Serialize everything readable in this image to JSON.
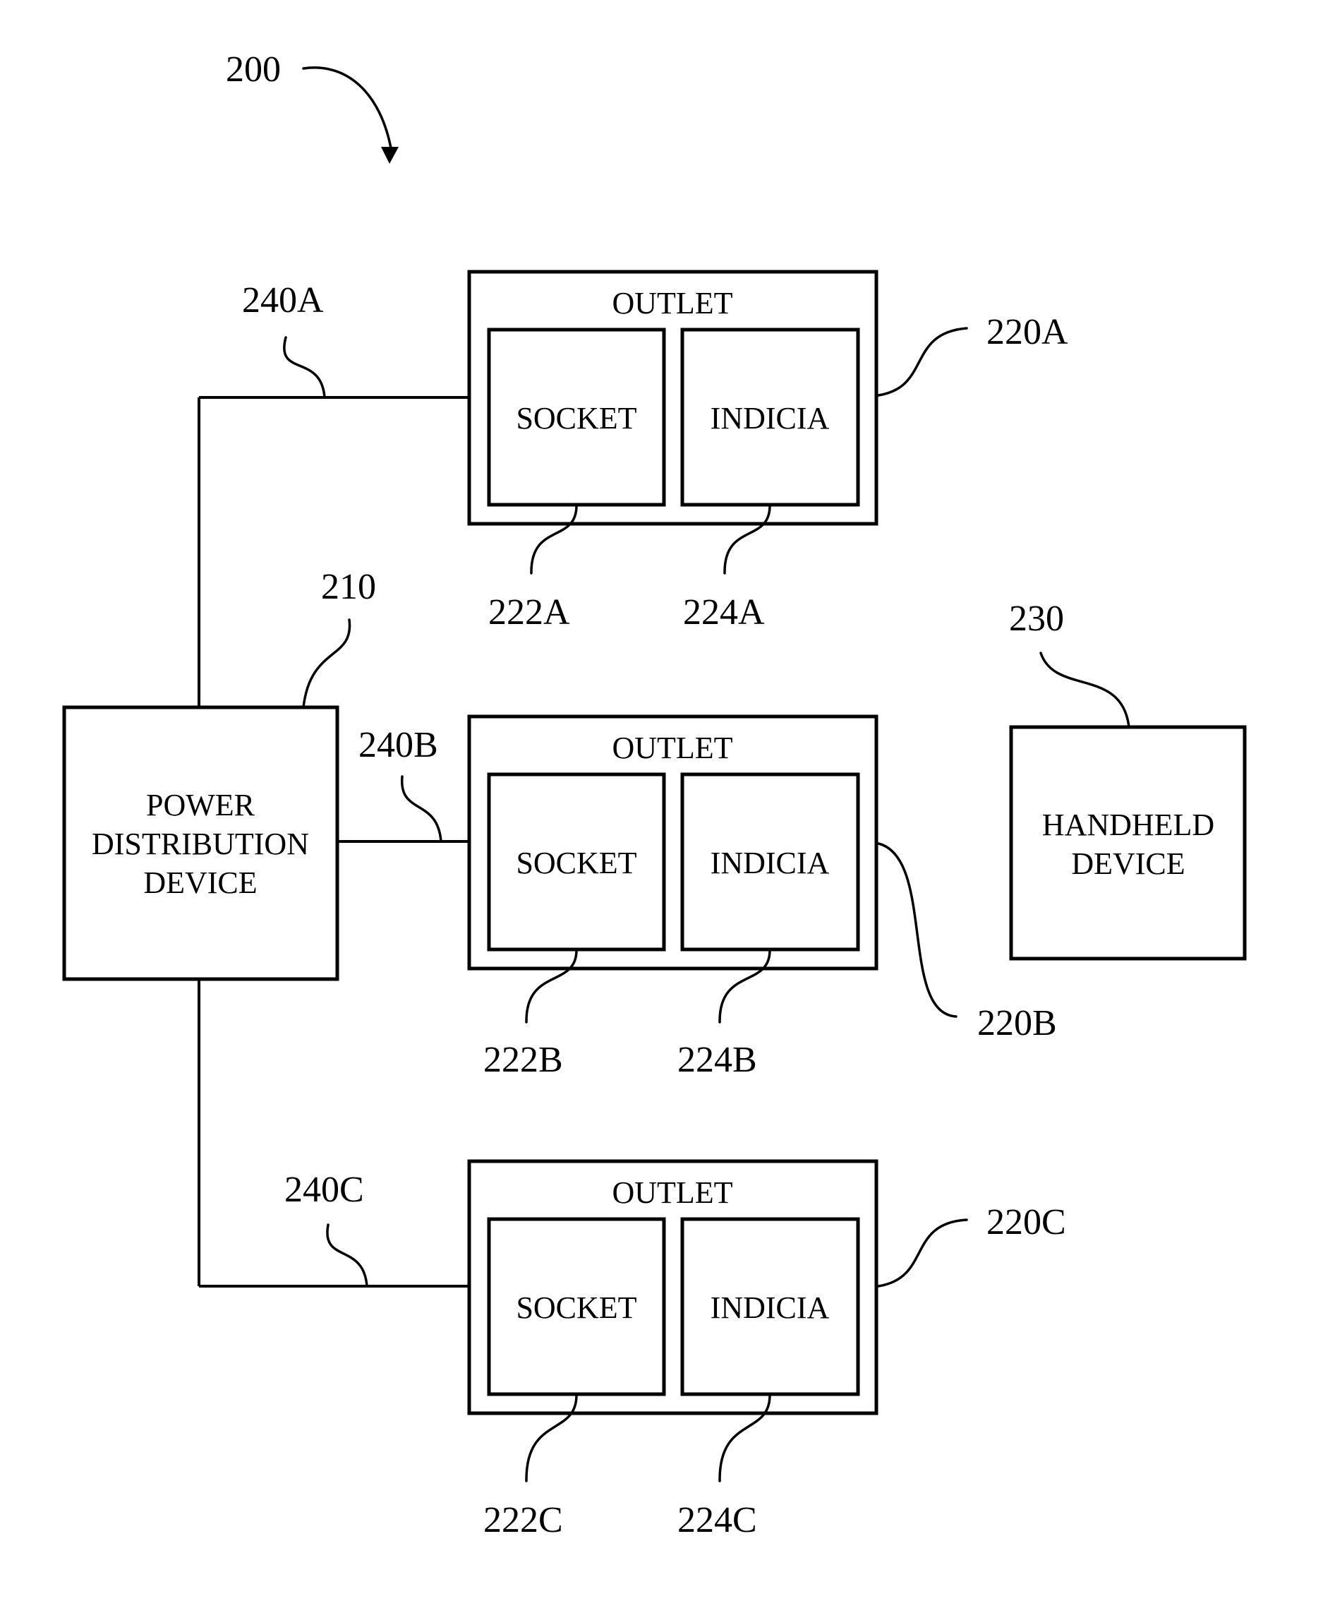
{
  "figure": {
    "ref": "200"
  },
  "power_distribution_device": {
    "ref": "210",
    "label_lines": [
      "POWER",
      "DISTRIBUTION",
      "DEVICE"
    ]
  },
  "handheld_device": {
    "ref": "230",
    "label_lines": [
      "HANDHELD",
      "DEVICE"
    ]
  },
  "outlets": [
    {
      "ref": "220A",
      "title": "OUTLET",
      "socket": {
        "label": "SOCKET",
        "ref": "222A"
      },
      "indicia": {
        "label": "INDICIA",
        "ref": "224A"
      },
      "connection_ref": "240A"
    },
    {
      "ref": "220B",
      "title": "OUTLET",
      "socket": {
        "label": "SOCKET",
        "ref": "222B"
      },
      "indicia": {
        "label": "INDICIA",
        "ref": "224B"
      },
      "connection_ref": "240B"
    },
    {
      "ref": "220C",
      "title": "OUTLET",
      "socket": {
        "label": "SOCKET",
        "ref": "222C"
      },
      "indicia": {
        "label": "INDICIA",
        "ref": "224C"
      },
      "connection_ref": "240C"
    }
  ]
}
